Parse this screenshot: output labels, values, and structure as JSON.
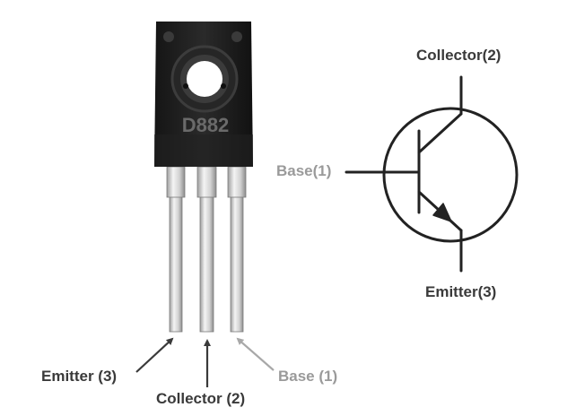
{
  "component": {
    "marking": "D882"
  },
  "symbol_labels": {
    "collector": "Collector(2)",
    "base": "Base(1)",
    "emitter": "Emitter(3)"
  },
  "pin_labels": {
    "emitter": "Emitter (3)",
    "collector": "Collector (2)",
    "base": "Base (1)"
  },
  "colors": {
    "label_dark": "#3a3a3a",
    "label_grey": "#9a9a9a",
    "body": "#1c1c1c",
    "lead": "#d9d9d9",
    "symbol_line": "#222222"
  }
}
